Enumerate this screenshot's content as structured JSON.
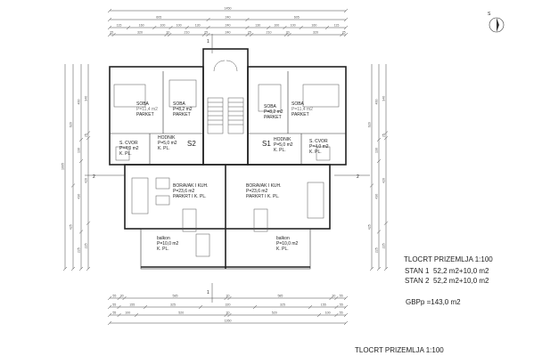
{
  "drawing": {
    "title": "TLOCRT PRIZEMLJA 1:100",
    "bottom_title": "TLOCRT PRIZEMLJA  1:100",
    "compass_label": "S",
    "areas": [
      {
        "unit": "STAN 1",
        "value": "52,2 m2+10,0 m2"
      },
      {
        "unit": "STAN 2",
        "value": "52,2 m2+10,0 m2"
      }
    ],
    "gross_area": "GBPp =143,0 m2",
    "section_marks": {
      "vertical": "1",
      "horizontal": "2"
    }
  },
  "rooms": {
    "left": {
      "soba1": [
        "SOBA",
        "P=11,4 m2",
        "PARKET"
      ],
      "soba2": [
        "SOBA",
        "P=8,2 m2",
        "PARKET"
      ],
      "hodnik": [
        "HODNIK",
        "P=5,0 m2",
        "K. PL."
      ],
      "cvor": [
        "S. CVOR",
        "P=4,0 m2",
        "K. PL."
      ],
      "boravak": [
        "BORAVAK I KUH.",
        "P=23,6 m2",
        "PARKRT I K. PL."
      ],
      "balkon": [
        "balkon",
        "P=10,0 m2",
        "K. PL."
      ],
      "stair_tag": "S2"
    },
    "right": {
      "soba1": [
        "SOBA",
        "P=11,4 m2",
        "PARKET"
      ],
      "soba2": [
        "SOBA",
        "P=8,2 m2",
        "PARKET"
      ],
      "hodnik": [
        "HODNIK",
        "P=5,0 m2",
        "K. PL."
      ],
      "cvor": [
        "S. CVOR",
        "P=4,0 m2",
        "K. PL."
      ],
      "boravak": [
        "BORAVAK I KUH.",
        "P=23,6 m2",
        "PARKRT I K. PL."
      ],
      "balkon": [
        "balkon",
        "P=10,0 m2",
        "K. PL."
      ],
      "stair_tag": "S1"
    }
  },
  "dimensions": {
    "top": [
      [
        "1450"
      ],
      [
        "605",
        "240",
        "605"
      ],
      [
        "115",
        "160",
        "100",
        "100",
        "130",
        "240",
        "130",
        "100",
        "100",
        "160",
        "115"
      ],
      [
        "25",
        "320",
        "20",
        "210",
        "25",
        "240",
        "25",
        "210",
        "20",
        "320",
        "25"
      ]
    ],
    "bottom": [
      [
        "55",
        "30",
        "585",
        "20",
        "585",
        "30",
        "55"
      ],
      [
        "55",
        "155",
        "325",
        "320",
        "325",
        "155",
        "55"
      ],
      [
        "55",
        "100",
        "520",
        "20",
        "520",
        "100",
        "55"
      ],
      [
        "1260"
      ]
    ],
    "left": [
      [
        "1005"
      ],
      [
        "620",
        "425"
      ],
      [
        "460",
        "130",
        "430",
        "225"
      ],
      [
        "340",
        "25",
        "420",
        "225"
      ]
    ]
  }
}
